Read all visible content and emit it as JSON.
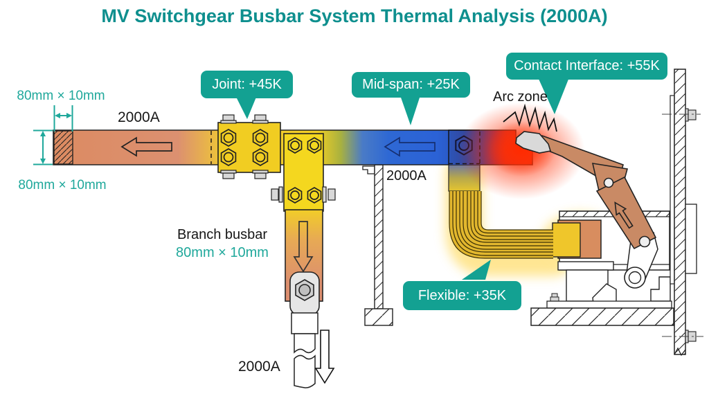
{
  "title": "MV Switchgear Busbar System Thermal Analysis (2000A)",
  "annotations": {
    "joint": "Joint: +45K",
    "midspan": "Mid-span: +25K",
    "contact": "Contact Interface: +55K",
    "flexible": "Flexible: +35K"
  },
  "labels": {
    "dim_width": "80mm × 10mm",
    "dim_height": "80mm × 10mm",
    "current_main": "2000A",
    "current_tap": "2000A",
    "current_cable": "2000A",
    "branch_title": "Branch busbar",
    "branch_dim": "80mm × 10mm",
    "arc_zone": "Arc zone"
  },
  "colors": {
    "accent_teal": "#13A192",
    "title_teal": "#0E8F8E",
    "dimension_teal": "#1FA89B",
    "hot_red": "#E93119",
    "cool_blue": "#2F69D2",
    "warm_yellow": "#F2CE25",
    "salmon_copper": "#DC8E6D",
    "mechanism_copper": "#C98A65"
  }
}
